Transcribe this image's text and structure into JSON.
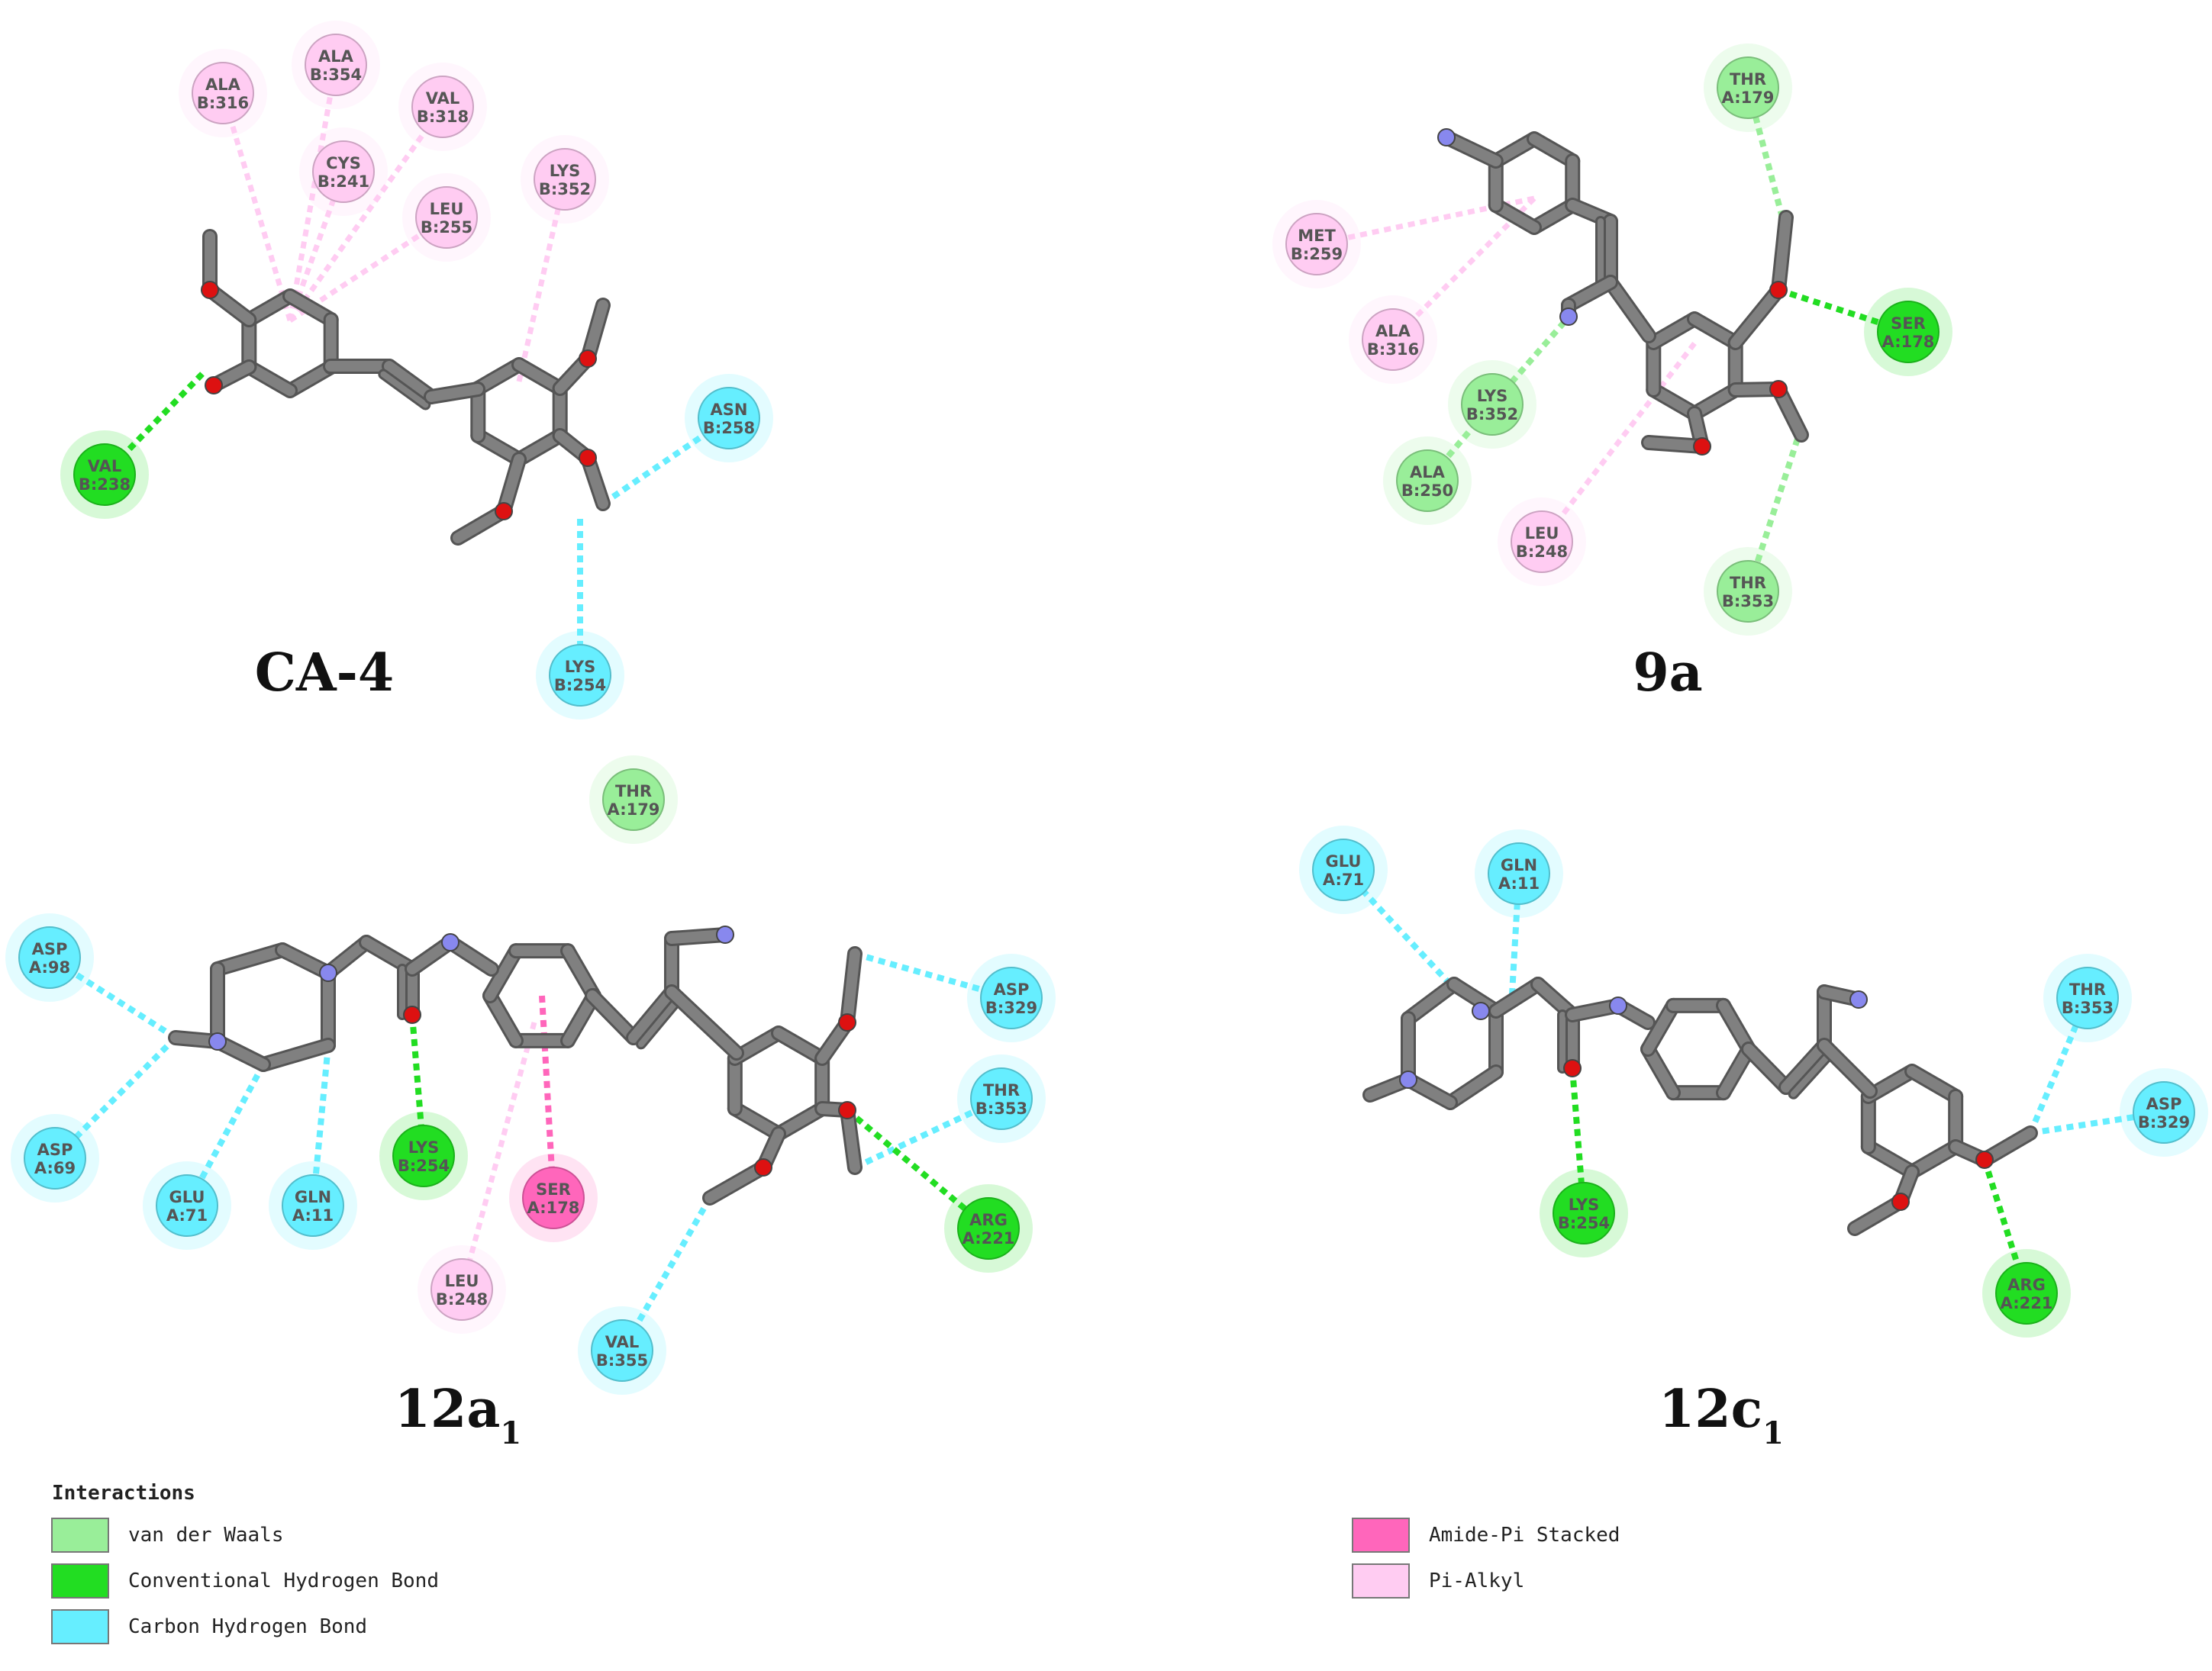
{
  "colors": {
    "van_der_waals": "#99ee99",
    "conventional_hbond": "#22dd22",
    "carbon_hbond": "#66eeff",
    "amide_pi": "#ff66bb",
    "pi_alkyl": "#ffccf2",
    "carbon": "#808080",
    "oxygen": "#dd1111",
    "nitrogen": "#8888ee",
    "hydrogen": "#ffffff"
  },
  "panels": [
    {
      "id": "ca4",
      "label": "CA-4",
      "subscript": "",
      "residues": [
        {
          "name": "ALA",
          "id": "B:354",
          "type": "pi_alkyl"
        },
        {
          "name": "ALA",
          "id": "B:316",
          "type": "pi_alkyl"
        },
        {
          "name": "VAL",
          "id": "B:318",
          "type": "pi_alkyl"
        },
        {
          "name": "CYS",
          "id": "B:241",
          "type": "pi_alkyl"
        },
        {
          "name": "LYS",
          "id": "B:352",
          "type": "pi_alkyl"
        },
        {
          "name": "LEU",
          "id": "B:255",
          "type": "pi_alkyl"
        },
        {
          "name": "ASN",
          "id": "B:258",
          "type": "carbon_hbond"
        },
        {
          "name": "VAL",
          "id": "B:238",
          "type": "conventional_hbond"
        },
        {
          "name": "LYS",
          "id": "B:254",
          "type": "carbon_hbond"
        }
      ]
    },
    {
      "id": "9a",
      "label": "9a",
      "subscript": "",
      "residues": [
        {
          "name": "THR",
          "id": "A:179",
          "type": "van_der_waals"
        },
        {
          "name": "MET",
          "id": "B:259",
          "type": "pi_alkyl"
        },
        {
          "name": "SER",
          "id": "A:178",
          "type": "conventional_hbond"
        },
        {
          "name": "ALA",
          "id": "B:316",
          "type": "pi_alkyl"
        },
        {
          "name": "LYS",
          "id": "B:352",
          "type": "van_der_waals"
        },
        {
          "name": "ALA",
          "id": "B:250",
          "type": "van_der_waals"
        },
        {
          "name": "LEU",
          "id": "B:248",
          "type": "pi_alkyl"
        },
        {
          "name": "THR",
          "id": "B:353",
          "type": "van_der_waals"
        }
      ]
    },
    {
      "id": "12a1",
      "label": "12a",
      "subscript": "1",
      "residues": [
        {
          "name": "THR",
          "id": "A:179",
          "type": "van_der_waals"
        },
        {
          "name": "ASP",
          "id": "A:98",
          "type": "carbon_hbond"
        },
        {
          "name": "ASP",
          "id": "B:329",
          "type": "carbon_hbond"
        },
        {
          "name": "THR",
          "id": "B:353",
          "type": "carbon_hbond"
        },
        {
          "name": "ASP",
          "id": "A:69",
          "type": "carbon_hbond"
        },
        {
          "name": "GLU",
          "id": "A:71",
          "type": "carbon_hbond"
        },
        {
          "name": "GLN",
          "id": "A:11",
          "type": "carbon_hbond"
        },
        {
          "name": "LYS",
          "id": "B:254",
          "type": "conventional_hbond"
        },
        {
          "name": "SER",
          "id": "A:178",
          "type": "amide_pi"
        },
        {
          "name": "ARG",
          "id": "A:221",
          "type": "conventional_hbond"
        },
        {
          "name": "LEU",
          "id": "B:248",
          "type": "pi_alkyl"
        },
        {
          "name": "VAL",
          "id": "B:355",
          "type": "carbon_hbond"
        }
      ]
    },
    {
      "id": "12c1",
      "label": "12c",
      "subscript": "1",
      "residues": [
        {
          "name": "GLU",
          "id": "A:71",
          "type": "carbon_hbond"
        },
        {
          "name": "GLN",
          "id": "A:11",
          "type": "carbon_hbond"
        },
        {
          "name": "THR",
          "id": "B:353",
          "type": "carbon_hbond"
        },
        {
          "name": "ASP",
          "id": "B:329",
          "type": "carbon_hbond"
        },
        {
          "name": "LYS",
          "id": "B:254",
          "type": "conventional_hbond"
        },
        {
          "name": "ARG",
          "id": "A:221",
          "type": "conventional_hbond"
        }
      ]
    }
  ],
  "legend": {
    "title": "Interactions",
    "items": [
      {
        "label": "van der Waals",
        "type": "van_der_waals"
      },
      {
        "label": "Conventional Hydrogen Bond",
        "type": "conventional_hbond"
      },
      {
        "label": "Carbon Hydrogen Bond",
        "type": "carbon_hbond"
      },
      {
        "label": "Amide-Pi Stacked",
        "type": "amide_pi"
      },
      {
        "label": "Pi-Alkyl",
        "type": "pi_alkyl"
      }
    ]
  }
}
